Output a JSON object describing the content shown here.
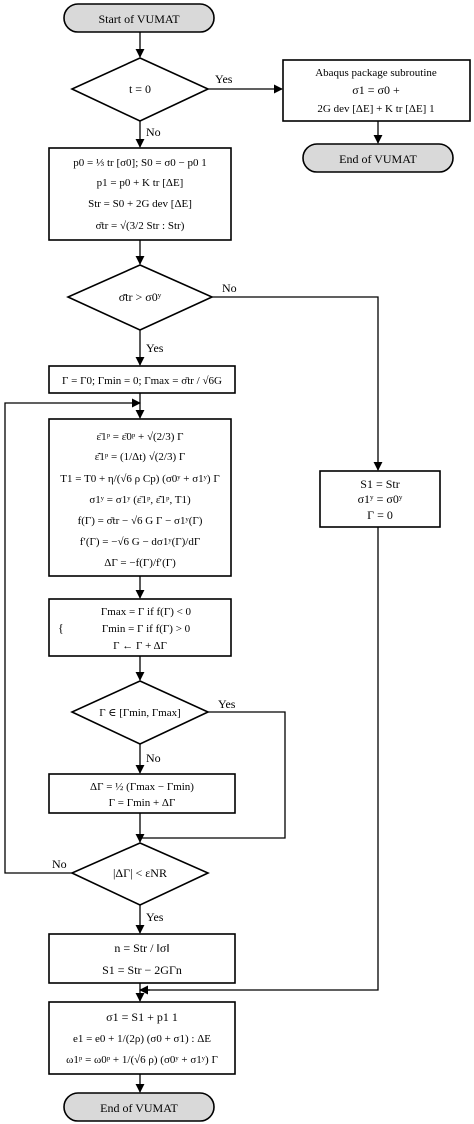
{
  "terminals": {
    "start": "Start of VUMAT",
    "end_right": "End of VUMAT",
    "end_bottom": "End of VUMAT"
  },
  "decisions": {
    "d1": "t = 0",
    "d2": "σ̄tr > σ0ʸ",
    "d3": "Γ ∈ [Γmin, Γmax]",
    "d4": "|ΔΓ| < εNR"
  },
  "edge_labels": {
    "yes": "Yes",
    "no": "No"
  },
  "processes": {
    "abaqus": [
      "Abaqus package subroutine",
      "σ1 = σ0 +",
      "2G dev [ΔE] + K tr [ΔE] 1"
    ],
    "init": [
      "p0 = ⅓ tr [σ0]; S0 = σ0 − p0 1",
      "p1 = p0 + K tr [ΔE]",
      "Str = S0 + 2G dev [ΔE]",
      "σ̄tr = √(3/2 Str : Str)"
    ],
    "gamma_init": [
      "Γ = Γ0; Γmin = 0; Γmax = σ̄tr / √6G"
    ],
    "newton": [
      "ε̄1ᵖ = ε̄0ᵖ + √(2/3) Γ",
      "ε̄̇1ᵖ = (1/Δt) √(2/3) Γ",
      "T1 = T0 + η/(√6 ρ Cp) (σ0ʸ + σ1ʸ) Γ",
      "σ1ʸ = σ1ʸ (ε̄1ᵖ, ε̄̇1ᵖ, T1)",
      "f(Γ) = σ̄tr − √6 G Γ − σ1ʸ(Γ)",
      "f′(Γ) = −√6 G − dσ1ʸ(Γ)/dΓ",
      "ΔΓ = −f(Γ)/f′(Γ)"
    ],
    "bracket": [
      "Γmax = Γ   if   f(Γ) < 0",
      "Γmin = Γ   if   f(Γ) > 0",
      "Γ ← Γ + ΔΓ"
    ],
    "bisect": [
      "ΔΓ = ½ (Γmax − Γmin)",
      "Γ = Γmin + ΔΓ"
    ],
    "elastic": [
      "S1 = Str",
      "σ1ʸ = σ0ʸ",
      "Γ = 0"
    ],
    "normal": [
      "n = Str / ‖σ‖",
      "S1 = Str − 2GΓn"
    ],
    "final": [
      "σ1 = S1 + p1 1",
      "e1 = e0 + 1/(2ρ) (σ0 + σ1) : ΔE",
      "ω1ᵖ = ω0ᵖ + 1/(√6 ρ) (σ0ʸ + σ1ʸ) Γ"
    ]
  }
}
